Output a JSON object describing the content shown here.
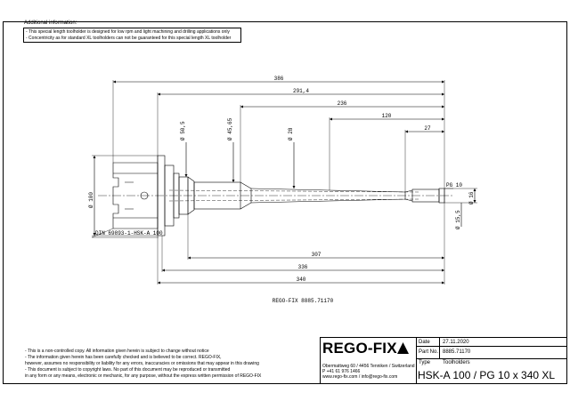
{
  "info": {
    "heading": "Additional information:",
    "line1": "- This special length toolholder is designed for low rpm and light machining and drilling applications only",
    "line2": "- Concentricity as for standard XL toolholders can not be guaranteed for this special length XL toolholder"
  },
  "drawing": {
    "dim_total": "386",
    "dim_2914": "291,4",
    "dim_236": "236",
    "dim_120": "120",
    "dim_27": "27",
    "dia_505": "Ø 50,5",
    "dia_4565": "Ø 45,65",
    "dia_28": "Ø 28",
    "dia_100": "Ø 100",
    "dia_16": "Ø 16",
    "dia_155": "Ø 15,5",
    "pg_label": "PG 10",
    "din_label": "DIN 69893-1-HSK-A 100",
    "dim_307": "307",
    "dim_336": "336",
    "dim_340": "340",
    "part_caption": "REGO-FIX 8885.71170"
  },
  "disclaimer": {
    "l1": "- This is a non-controlled copy. All information given herein is subject to change without notice",
    "l2": "- The information given herein has been carefully checked and is believed to be correct. REGO-FIX,",
    "l3": "  however, assumes no responsibility or liability for any errors, inaccuracies or omissions that may appear in this drawing",
    "l4": "- This document is subject to copyright laws. No part of this document may be reproduced or transmitted",
    "l5": "  in any form or any means, electronic or mechanic, for any purpose, without the express written permission of REGO-FIX"
  },
  "titleblock": {
    "logo": "REGO-FIX",
    "addr1": "Obermattweg 60 / 4456 Tenniken / Switzerland",
    "addr2": "P +41 61 976 1466",
    "addr3": "www.rego-fix.com / info@rego-fix.com",
    "date_label": "Date",
    "date_value": "27.11.2020",
    "part_label": "Part No.",
    "part_value": "8885.71170",
    "type_label": "Type",
    "type_value": "Toolholders",
    "title": "HSK-A 100 / PG 10 x 340 XL"
  }
}
